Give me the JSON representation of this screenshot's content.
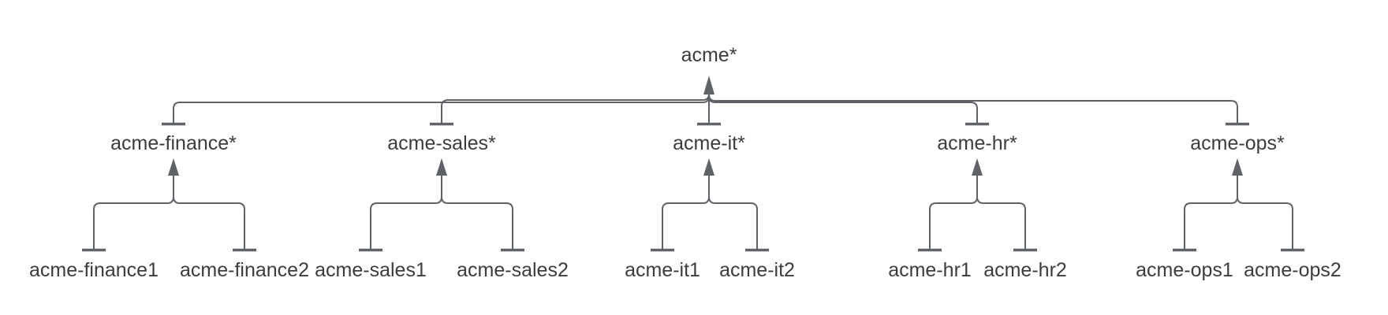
{
  "diagram": {
    "kind": "organization-hierarchy-tree",
    "orientation": "children point upward to parents",
    "edge_head_marker": "up-arrow",
    "edge_tail_marker": "tee",
    "tree": {
      "root": {
        "label": "acme*"
      },
      "groups": [
        {
          "parent": {
            "label": "acme-finance*"
          },
          "children": [
            {
              "label": "acme-finance1"
            },
            {
              "label": "acme-finance2"
            }
          ]
        },
        {
          "parent": {
            "label": "acme-sales*"
          },
          "children": [
            {
              "label": "acme-sales1"
            },
            {
              "label": "acme-sales2"
            }
          ]
        },
        {
          "parent": {
            "label": "acme-it*"
          },
          "children": [
            {
              "label": "acme-it1"
            },
            {
              "label": "acme-it2"
            }
          ]
        },
        {
          "parent": {
            "label": "acme-hr*"
          },
          "children": [
            {
              "label": "acme-hr1"
            },
            {
              "label": "acme-hr2"
            }
          ]
        },
        {
          "parent": {
            "label": "acme-ops*"
          },
          "children": [
            {
              "label": "acme-ops1"
            },
            {
              "label": "acme-ops2"
            }
          ]
        }
      ]
    },
    "style": {
      "background_color": "#ffffff",
      "line_color": "#5f6368",
      "text_color": "#3a3c40"
    }
  }
}
